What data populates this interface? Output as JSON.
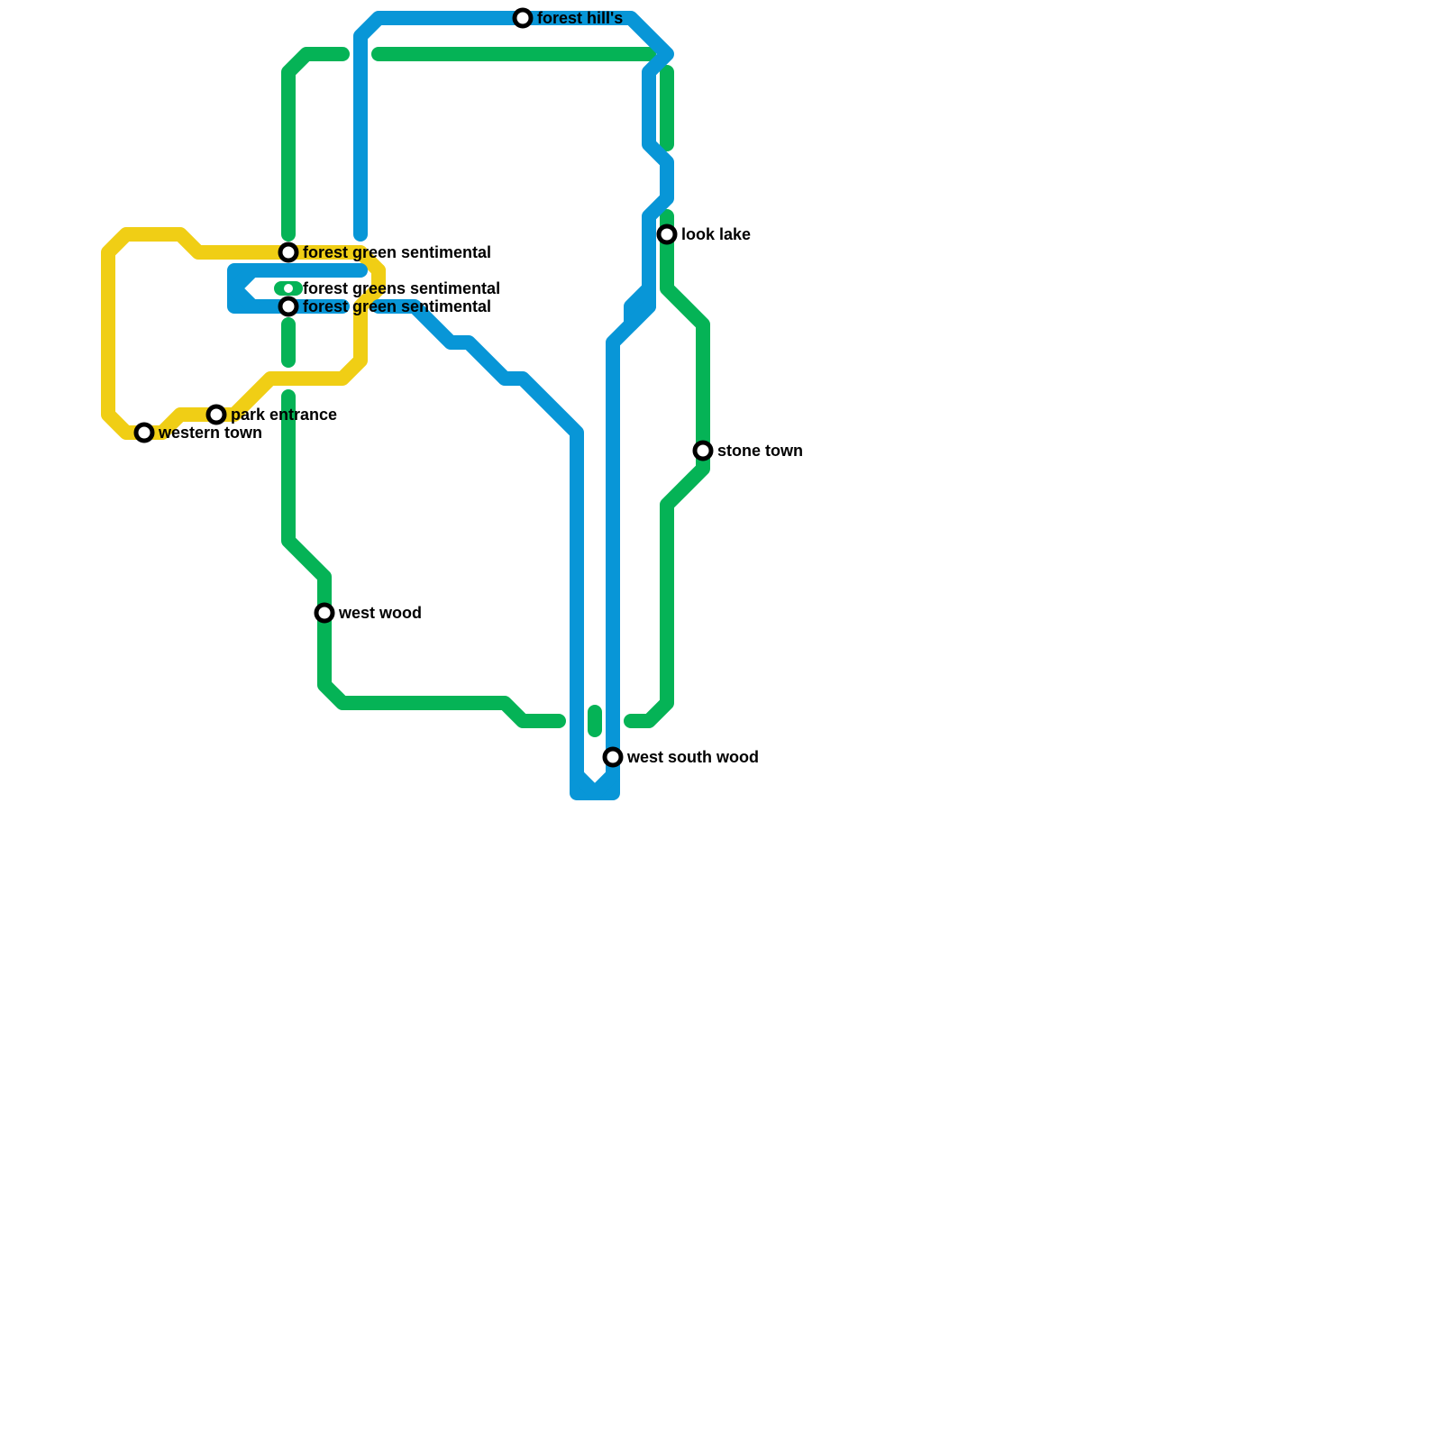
{
  "lines": [
    {
      "id": "yellow",
      "color": "#f0ce15"
    },
    {
      "id": "green",
      "color": "#05b356"
    },
    {
      "id": "blue",
      "color": "#0896d7"
    }
  ],
  "stations": {
    "forest_hills": "forest hill's",
    "look_lake": "look lake",
    "forest_green_sentimental_1": "forest green sentimental",
    "forest_greens_sentimental": "forest greens sentimental",
    "forest_green_sentimental_2": "forest green sentimental",
    "park_entrance": "park entrance",
    "western_town": "western town",
    "stone_town": "stone town",
    "west_wood": "west wood",
    "west_south_wood": "west south wood"
  }
}
